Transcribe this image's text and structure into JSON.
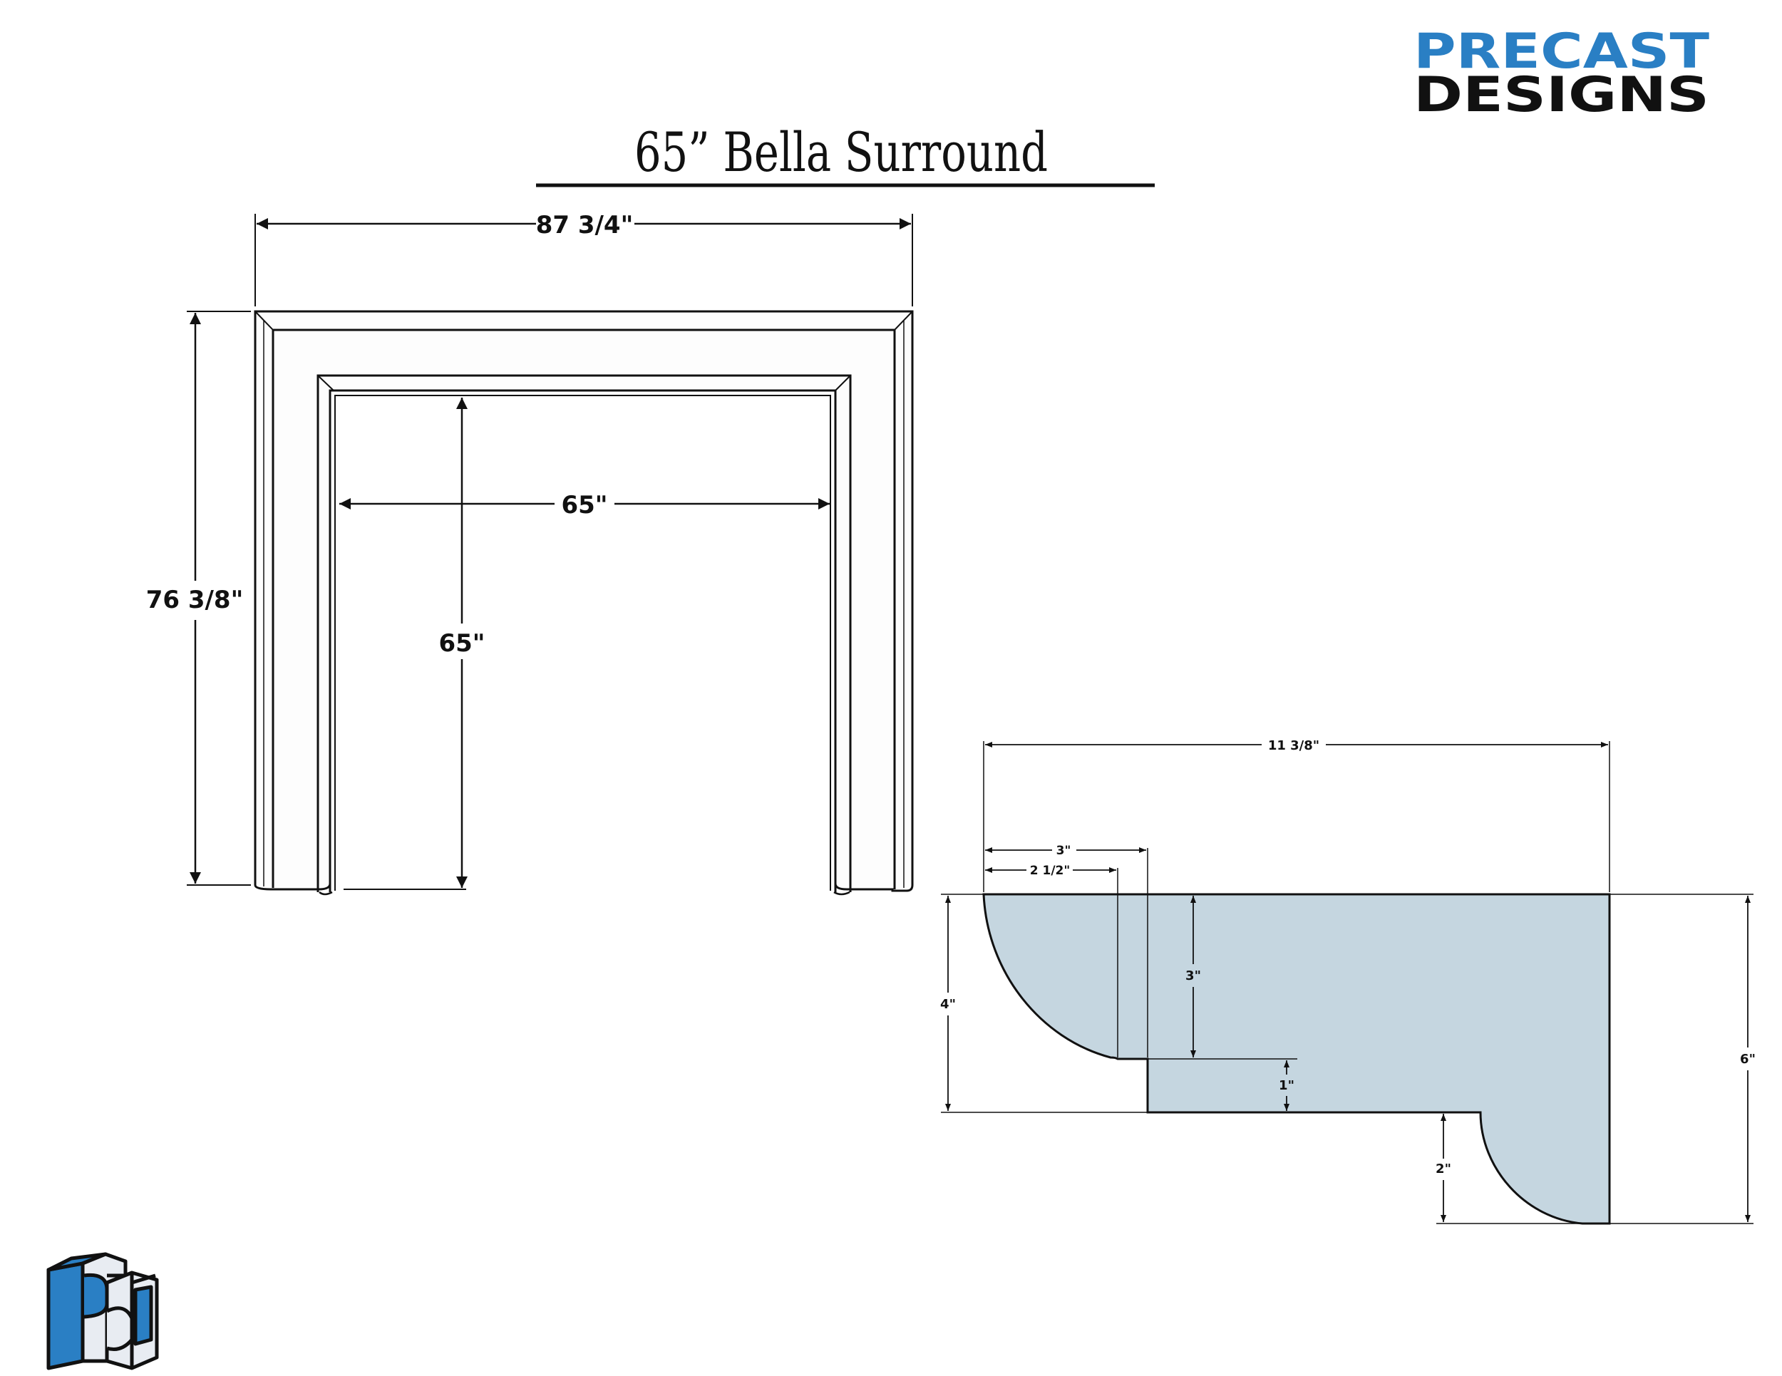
{
  "title": "65” Bella Surround",
  "brand": {
    "line1": "PRECAST",
    "line2": "DESIGNS",
    "line1_color": "#2a7fc4",
    "line2_color": "#111111",
    "mark_icon": "pd-cube-logo-icon"
  },
  "front_view": {
    "overall_width": "87 3/4\"",
    "overall_height": "76 3/8\"",
    "opening_width": "65\"",
    "opening_height": "65\""
  },
  "profile_view": {
    "overall_depth": "11 3/8\"",
    "step_depth_outer": "3\"",
    "step_depth_inner": "2 1/2\"",
    "front_height": "4\"",
    "step_height": "3\"",
    "lip_height": "1\"",
    "cove_height": "2\"",
    "overall_height": "6\"",
    "fill_color": "#c5d6e0"
  },
  "colors": {
    "line": "#111111",
    "logo_blue": "#2a7fc4",
    "logo_light": "#e8ecf2"
  }
}
